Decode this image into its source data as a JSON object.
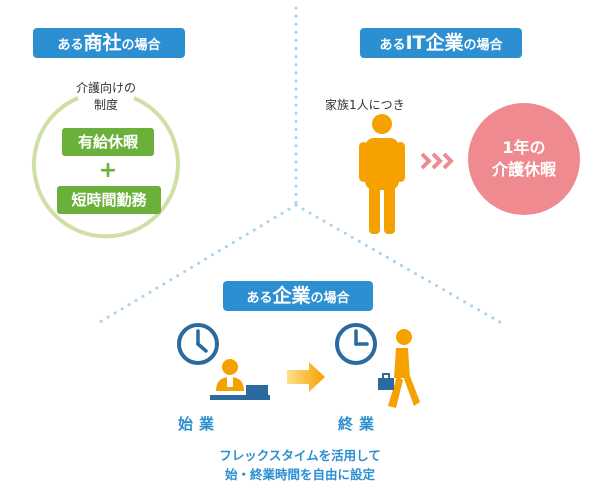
{
  "colors": {
    "blue": "#2b8fd2",
    "green": "#6bb03a",
    "pink": "#ef8a91",
    "orange": "#f5a100",
    "dots": "#a9d3ef"
  },
  "trading_company": {
    "title_pre": "ある",
    "title_big": "商社",
    "title_post": "の場合",
    "system_label": "介護向けの\n制度",
    "item1": "有給休暇",
    "plus": "+",
    "item2": "短時間勤務"
  },
  "it_company": {
    "title_pre": "ある",
    "title_big": "IT企業",
    "title_post": "の場合",
    "per_person": "家族1人につき",
    "leave_line1": "1年の",
    "leave_line2": "介護休暇"
  },
  "company": {
    "title_pre": "ある",
    "title_big": "企業",
    "title_post": "の場合",
    "start_label": "始業",
    "end_label": "終業",
    "caption_line1": "フレックスタイムを活用して",
    "caption_line2": "始・終業時間を自由に設定"
  }
}
